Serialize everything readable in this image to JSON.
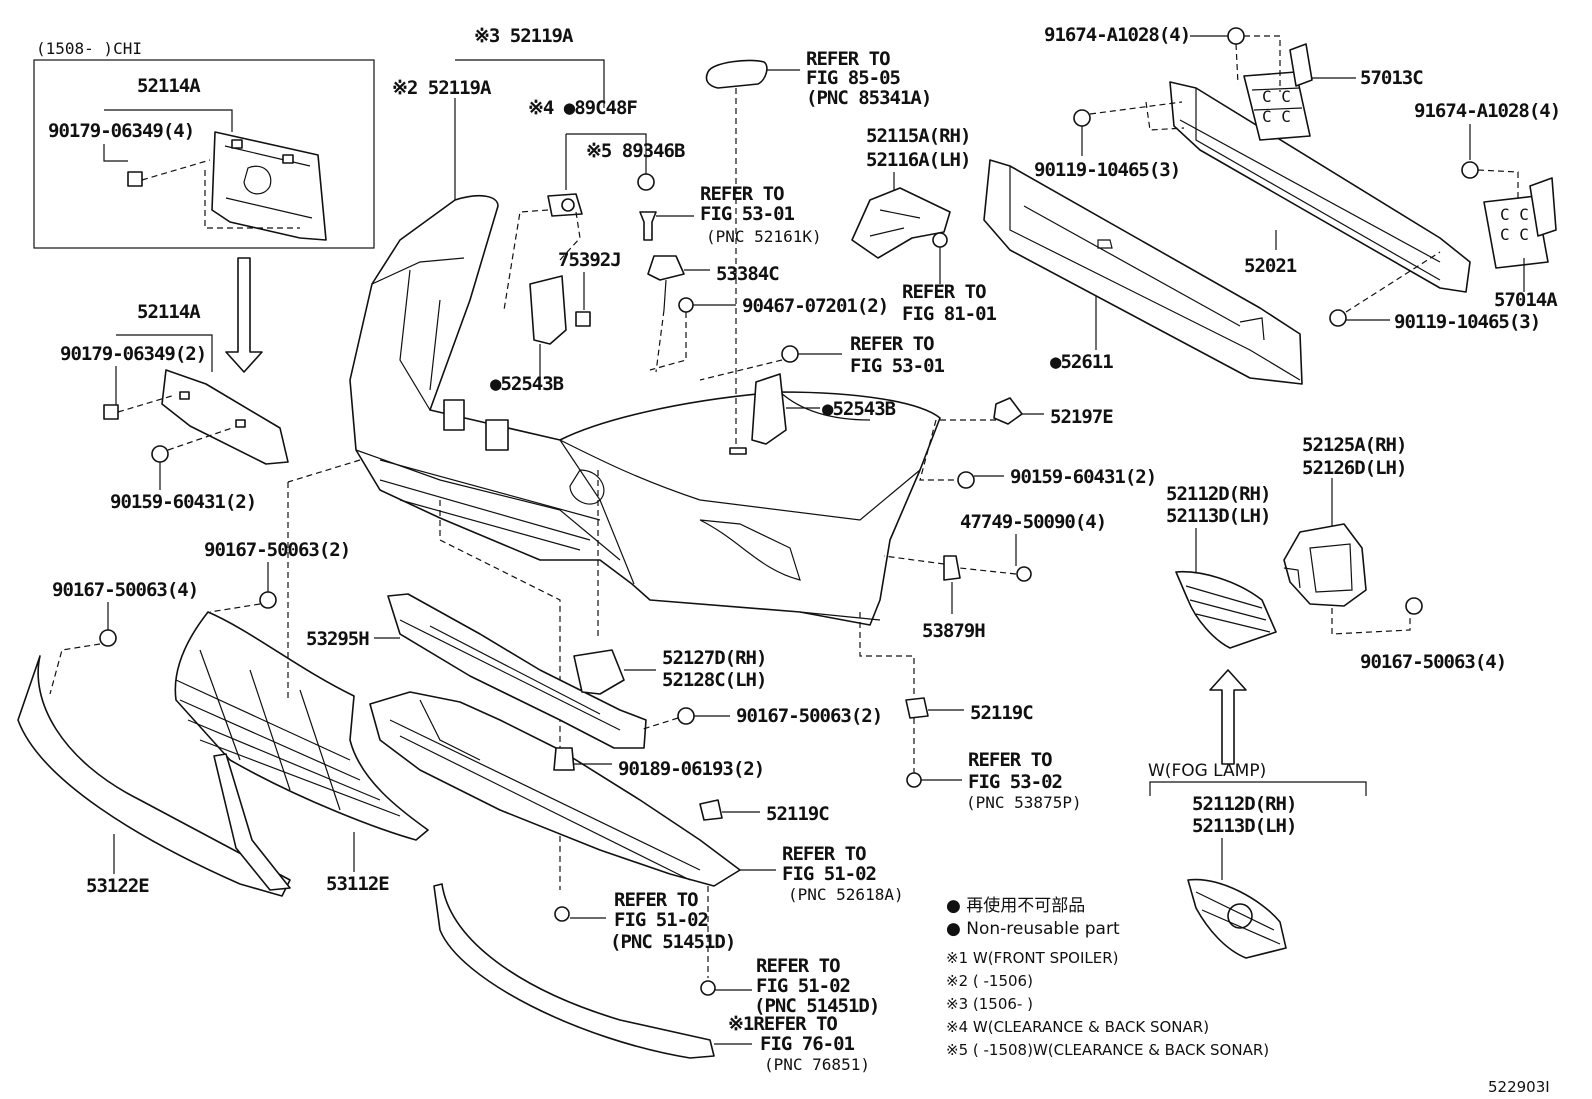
{
  "diagram": {
    "diagram_id": "522903I",
    "inset_header": "(1508-     )CHI",
    "callouts": {
      "c_52119A_3": "※3 52119A",
      "c_52119A_2": "※2 52119A",
      "c_89C48F": "※4 ●89C48F",
      "c_89346B": "※5 89346B",
      "c_52114A_top": "52114A",
      "c_90179_4": "90179-06349(4)",
      "c_52114A_mid": "52114A",
      "c_90179_2": "90179-06349(2)",
      "c_90159_left": "90159-60431(2)",
      "c_75392J": "75392J",
      "c_52543B_l": "●52543B",
      "c_52543B_r": "●52543B",
      "c_53384C": "53384C",
      "c_90467": "90467-07201(2)",
      "c_52115A": "52115A(RH)",
      "c_52116A": "52116A(LH)",
      "c_52197E": "52197E",
      "c_90159_right": "90159-60431(2)",
      "c_47749": "47749-50090(4)",
      "c_53879H": "53879H",
      "c_52611": "●52611",
      "c_52021": "52021",
      "c_57013C": "57013C",
      "c_57014A": "57014A",
      "c_91674_top": "91674-A1028(4)",
      "c_91674_right": "91674-A1028(4)",
      "c_90119_top": "90119-10465(3)",
      "c_90119_bot": "90119-10465(3)",
      "c_52125A": "52125A(RH)",
      "c_52126D": "52126D(LH)",
      "c_52112D_a": "52112D(RH)",
      "c_52113D_a": "52113D(LH)",
      "c_90167_right": "90167-50063(4)",
      "c_fog": "W(FOG LAMP)",
      "c_52112D_b": "52112D(RH)",
      "c_52113D_b": "52113D(LH)",
      "c_90167_2": "90167-50063(2)",
      "c_90167_4": "90167-50063(4)",
      "c_53295H": "53295H",
      "c_52127D": "52127D(RH)",
      "c_52128C": "52128C(LH)",
      "c_90167_mid": "90167-50063(2)",
      "c_90189": "90189-06193(2)",
      "c_52119C_a": "52119C",
      "c_52119C_b": "52119C",
      "c_53122E": "53122E",
      "c_53112E": "53112E"
    },
    "refs": {
      "r1": [
        "REFER TO",
        "FIG 85-05",
        "(PNC 85341A)"
      ],
      "r2": [
        "REFER TO",
        "FIG 53-01",
        "(PNC 52161K)"
      ],
      "r3": [
        "REFER TO",
        "FIG 53-01"
      ],
      "r4": [
        "REFER TO",
        "FIG 81-01"
      ],
      "r5": [
        "REFER TO",
        "FIG 53-02",
        "(PNC 53875P)"
      ],
      "r6": [
        "REFER TO",
        "FIG 51-02",
        "(PNC 52618A)"
      ],
      "r7": [
        "REFER TO",
        "FIG 51-02",
        "(PNC 51451D)"
      ],
      "r8": [
        "REFER TO",
        "FIG 51-02",
        "(PNC 51451D)"
      ],
      "r9": [
        "※1REFER TO",
        "FIG 76-01",
        "(PNC 76851)"
      ]
    },
    "legend": {
      "jp": "● 再使用不可部品",
      "en": "● Non-reusable part",
      "n1": "※1 W(FRONT SPOILER)",
      "n2": "※2 (      -1506)",
      "n3": "※3 (1506-      )",
      "n4": "※4 W(CLEARANCE & BACK SONAR)",
      "n5": "※5 (      -1508)W(CLEARANCE & BACK SONAR)"
    }
  }
}
